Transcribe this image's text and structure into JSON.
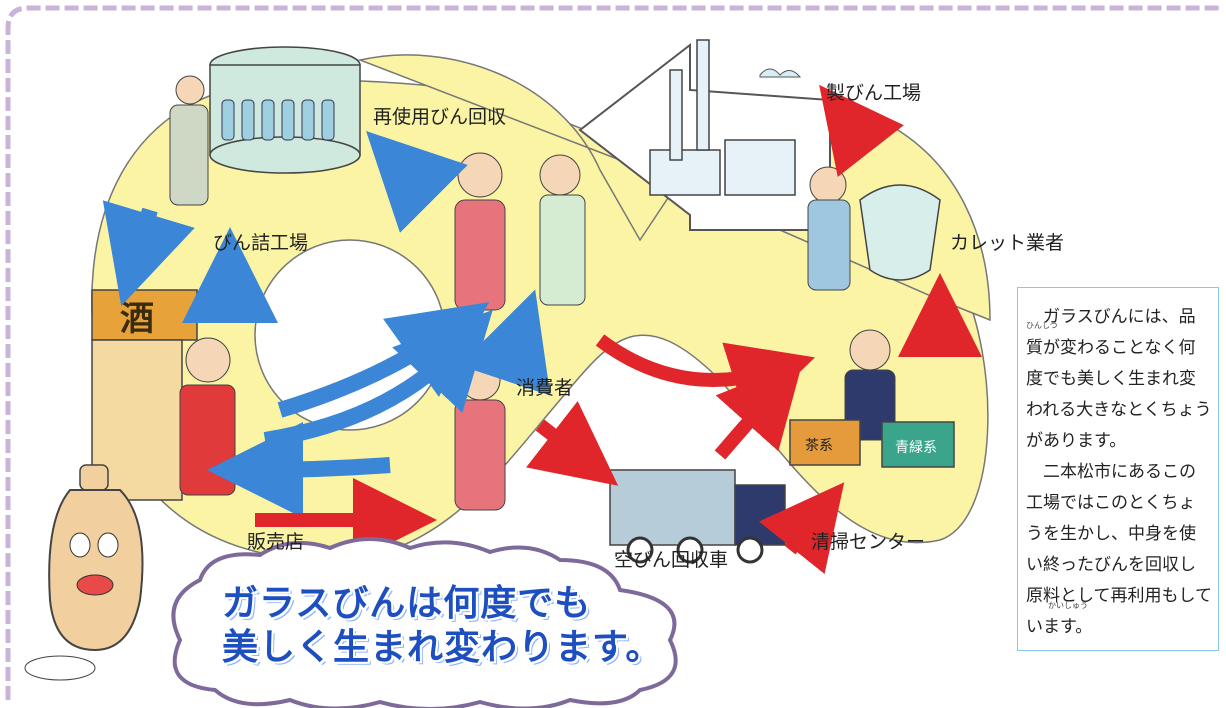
{
  "labels": {
    "reuse_collection": "再使用びん回収",
    "bottling_plant": "びん詰工場",
    "bottle_factory": "製びん工場",
    "cullet_dealer": "カレット業者",
    "consumer": "消費者",
    "retailer": "販売店",
    "empty_bottle_truck": "空びん回収車",
    "cleaning_center": "清掃センター",
    "shop_sign": "酒",
    "bin_brown": "茶系",
    "bin_green": "青緑系"
  },
  "slogan": {
    "line1": "ガラスびんは何度でも",
    "line2": "美しく生まれ変わります。"
  },
  "note": {
    "paragraph1": "ガラスびんには、品質が変わることなく何度でも美しく生まれ変われる大きなとくちょうがあります。",
    "paragraph2": "二本松市にあるこの工場ではこのとくちょうを生かし、中身を使い終ったびんを回収し原料として再利用もしています。",
    "ruby_hinshitsu": "ひんしつ",
    "ruby_kaishuu": "かいしゅう"
  },
  "colors": {
    "loop_fill": "#fbf4a4",
    "border_dashes": "#c9b3d8",
    "arrow_blue": "#3b86d6",
    "arrow_red": "#e0262b",
    "slogan_text": "#1e4fc0",
    "note_border": "#8cc8ec"
  }
}
